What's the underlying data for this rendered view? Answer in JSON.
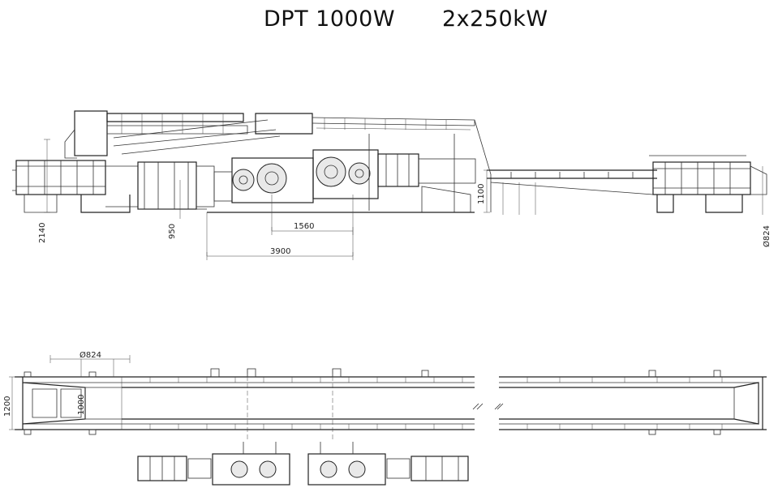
{
  "title": {
    "model": "DPT 1000W",
    "power": "2x250kW"
  },
  "dimensions": {
    "side_height": "2140",
    "motor_height": "950",
    "gearbox_length": "1560",
    "drive_length": "3900",
    "frame_height": "1100",
    "drum_diameter_side": "Ø824",
    "drum_diameter_top": "Ø824",
    "width_outer": "1200",
    "width_inner": "1000"
  }
}
